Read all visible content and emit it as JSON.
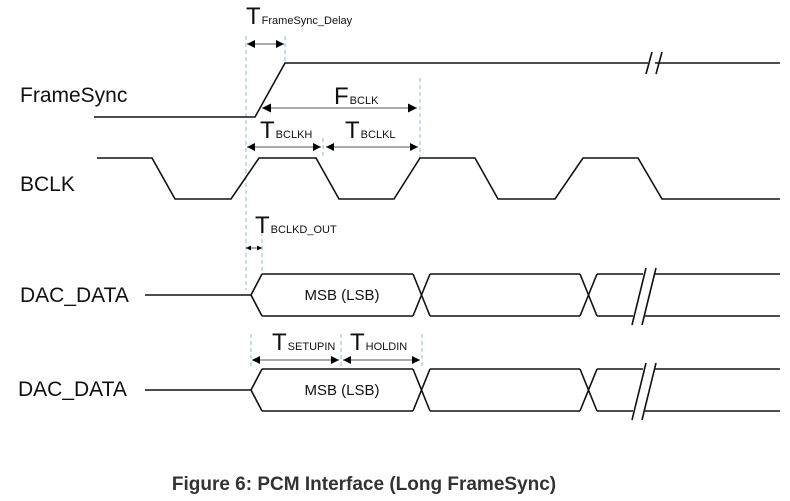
{
  "figure": {
    "caption": "Figure 6:  PCM Interface (Long FrameSync)"
  },
  "signals": [
    {
      "id": "framesync",
      "label": "FrameSync"
    },
    {
      "id": "bclk",
      "label": "BCLK"
    },
    {
      "id": "dac_data_1",
      "label": "DAC_DATA"
    },
    {
      "id": "dac_data_2",
      "label": "DAC_DATA"
    }
  ],
  "bus_values": {
    "dac_data_1": "MSB (LSB)",
    "dac_data_2": "MSB (LSB)"
  },
  "timing_params": {
    "framesync_delay": {
      "main": "T",
      "sub": "FrameSync_Delay"
    },
    "fbclk": {
      "main": "F",
      "sub": "BCLK"
    },
    "tbclkh": {
      "main": "T",
      "sub": "BCLKH"
    },
    "tbclkl": {
      "main": "T",
      "sub": "BCLKL"
    },
    "tbclkd_out": {
      "main": "T",
      "sub": "BCLKD_OUT"
    },
    "tsetupin": {
      "main": "T",
      "sub": "SETUPIN"
    },
    "tholdin": {
      "main": "T",
      "sub": "HOLDIN"
    }
  }
}
